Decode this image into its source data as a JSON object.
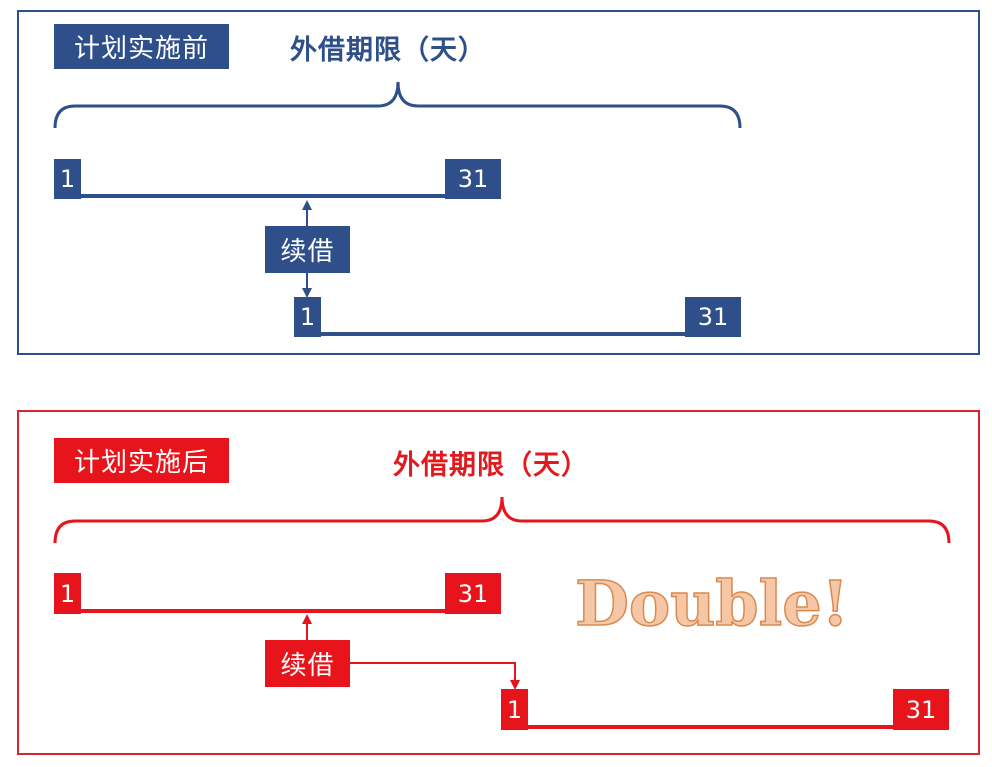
{
  "before": {
    "label": "计划实施前",
    "title": "外借期限（天）",
    "first_period": {
      "start": "1",
      "end": "31"
    },
    "renew_label": "续借",
    "second_period": {
      "start": "1",
      "end": "31"
    }
  },
  "after": {
    "label": "计划实施后",
    "title": "外借期限（天）",
    "first_period": {
      "start": "1",
      "end": "31"
    },
    "renew_label": "续借",
    "second_period": {
      "start": "1",
      "end": "31"
    },
    "highlight": "Double!"
  },
  "colors": {
    "blue": "#2e4f8a",
    "red": "#e8141b",
    "double_fill": "#f6c7a6",
    "double_stroke": "#d98a4f"
  }
}
